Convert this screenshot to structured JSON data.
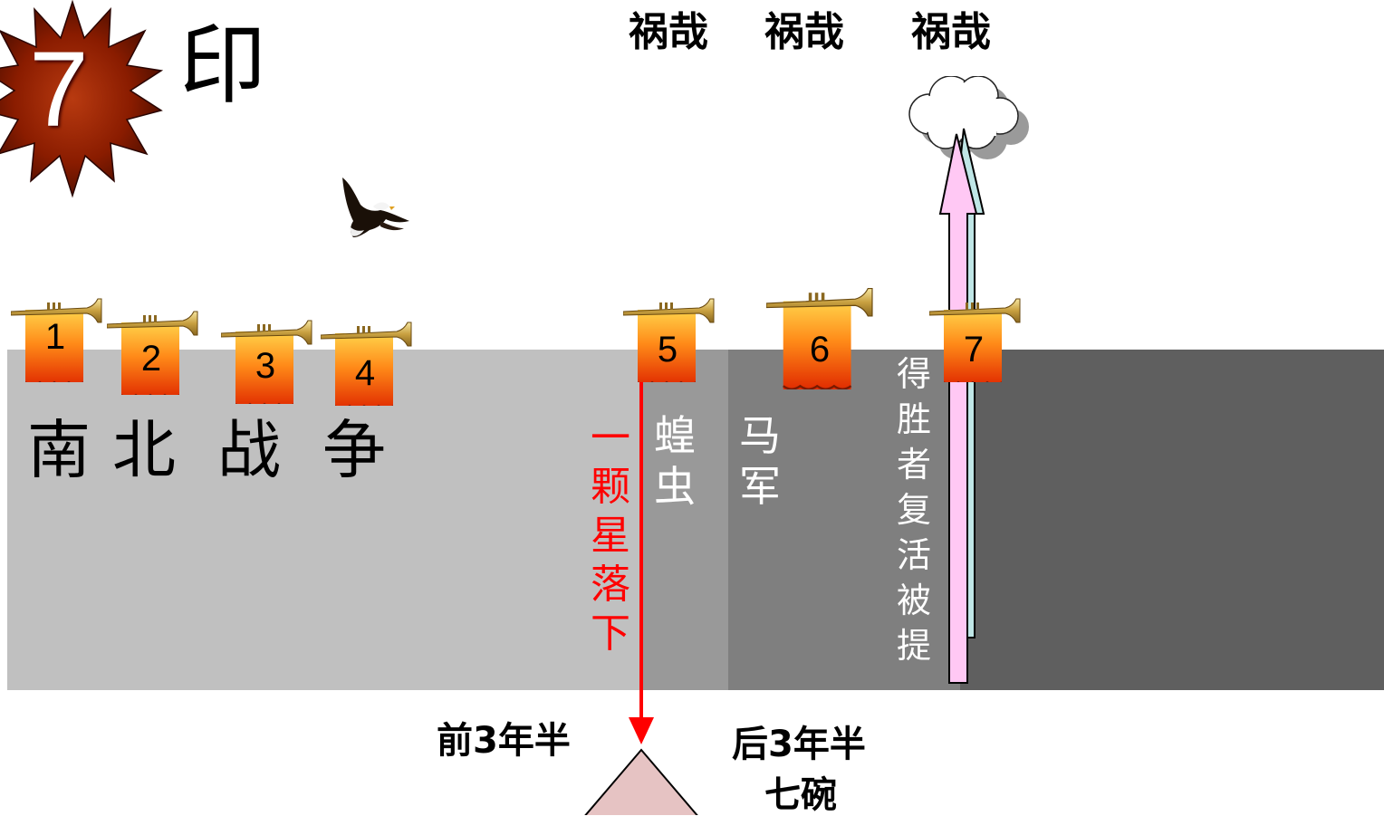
{
  "seal": {
    "number": "7",
    "title": "印",
    "colors": {
      "burst": "#8a1c00",
      "burst_dark": "#3a0a00"
    }
  },
  "woes": [
    "祸哉",
    "祸哉",
    "祸哉"
  ],
  "bands": {
    "colors": [
      "#c0c0c0",
      "#999999",
      "#7f7f7f",
      "#5f5f5f"
    ]
  },
  "trumpets": [
    "1",
    "2",
    "3",
    "4",
    "5",
    "6",
    "7"
  ],
  "civil_war": {
    "chars": [
      "南",
      "北",
      "战",
      "争"
    ]
  },
  "falling_star": {
    "chars": [
      "一",
      "颗",
      "星",
      "落",
      "下"
    ],
    "color": "#ff0000"
  },
  "locusts": {
    "chars": [
      "蝗",
      "虫"
    ]
  },
  "cavalry": {
    "chars": [
      "马",
      "军"
    ]
  },
  "rapture": {
    "chars": [
      "得",
      "胜",
      "者",
      "复",
      "活",
      "被",
      "提"
    ]
  },
  "timeline": {
    "first_half": "前3年半",
    "second_half": "后3年半",
    "bowls": "七碗"
  },
  "icons": {
    "eagle": "eagle-icon",
    "cloud": "cloud-icon"
  }
}
